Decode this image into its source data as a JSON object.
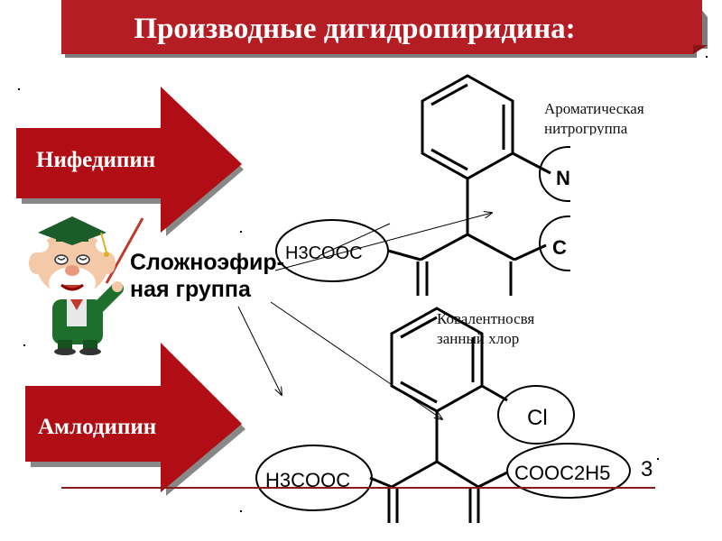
{
  "title": "Производные  дигидропиридина:",
  "drugs": [
    {
      "label": "Нифедипин"
    },
    {
      "label": "Амлодипин"
    }
  ],
  "annotations": {
    "nitro_line1": "Ароматическая",
    "nitro_line2": "нитрогруппа",
    "chlorine_line1": "Ковалентносвя",
    "chlorine_line2": "занный хлор",
    "ester_line1": "Сложноэфир-",
    "ester_line2": "ная  группа"
  },
  "formula": {
    "nif_ester": "H3COOC",
    "nif_no2_partial": "N",
    "nif_ester_right_partial": "C",
    "aml_cl": "Cl",
    "aml_ester_left": "H3COOC",
    "aml_ester_right": "COOC2H5",
    "aml_trailing": "3"
  },
  "colors": {
    "banner": "#b51d24",
    "arrow": "#b00e14",
    "arrow_shadow": "#888888",
    "divider": "#8b1a1a"
  }
}
